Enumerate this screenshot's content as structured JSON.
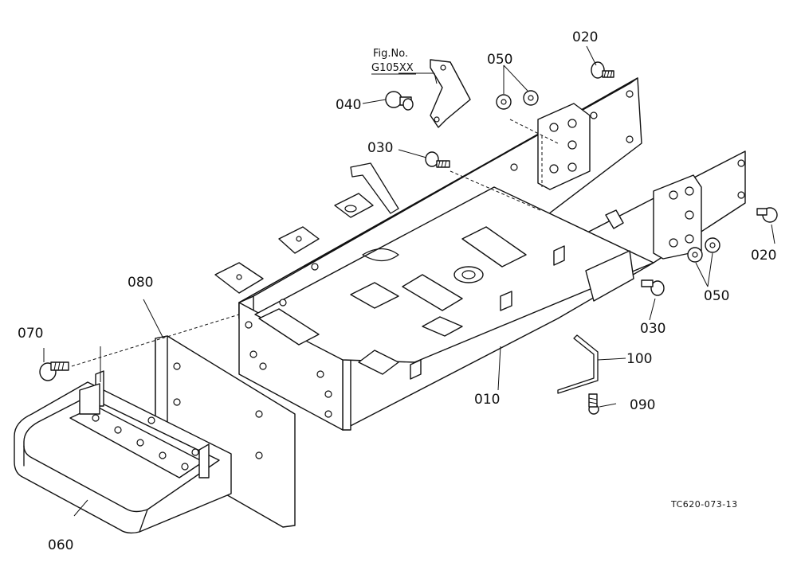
{
  "figure_ref": {
    "line1": "Fig.No.",
    "line2": "G105XX"
  },
  "drawing_code": "TC620-073-13",
  "callouts": {
    "c010": "010",
    "c020_top": "020",
    "c020_right": "020",
    "c030_top": "030",
    "c030_right": "030",
    "c040": "040",
    "c050_top": "050",
    "c050_right": "050",
    "c060": "060",
    "c070": "070",
    "c080": "080",
    "c090": "090",
    "c100": "100"
  }
}
